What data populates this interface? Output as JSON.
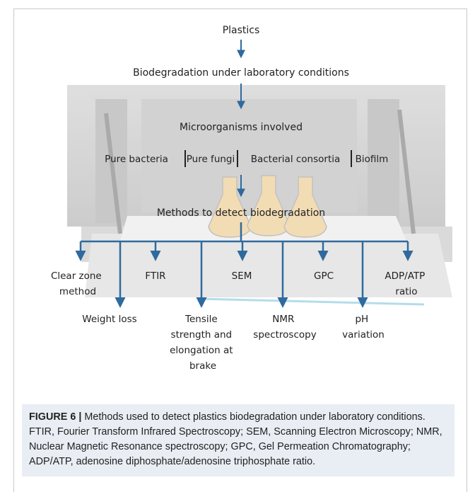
{
  "diagram": {
    "top_node": "Plastics",
    "stage_node": "Biodegradation under laboratory conditions",
    "organisms_title": "Microorganisms involved",
    "organisms": [
      "Pure bacteria",
      "Pure fungi",
      "Bacterial consortia",
      "Biofilm"
    ],
    "methods_title": "Methods to detect biodegradation",
    "methods_upper": [
      {
        "lines": [
          "Clear zone",
          "method"
        ]
      },
      {
        "lines": [
          "FTIR"
        ]
      },
      {
        "lines": [
          "SEM"
        ]
      },
      {
        "lines": [
          "GPC"
        ]
      },
      {
        "lines": [
          "ADP/ATP",
          "ratio"
        ]
      }
    ],
    "methods_lower": [
      {
        "lines": [
          "Weight loss"
        ]
      },
      {
        "lines": [
          "Tensile",
          "strength and",
          "elongation at",
          "brake"
        ]
      },
      {
        "lines": [
          "NMR",
          "spectroscopy"
        ]
      },
      {
        "lines": [
          "pH",
          "variation"
        ]
      }
    ],
    "arrow_color": "#2f6a9e"
  },
  "caption": {
    "label": "FIGURE 6 |",
    "text": " Methods used to detect plastics biodegradation under laboratory conditions. FTIR, Fourier Transform Infrared Spectroscopy; SEM, Scanning Electron Microscopy; NMR, Nuclear Magnetic Resonance spectroscopy; GPC, Gel Permeation Chromatography; ADP/ATP, adenosine diphosphate/adenosine triphosphate ratio."
  }
}
